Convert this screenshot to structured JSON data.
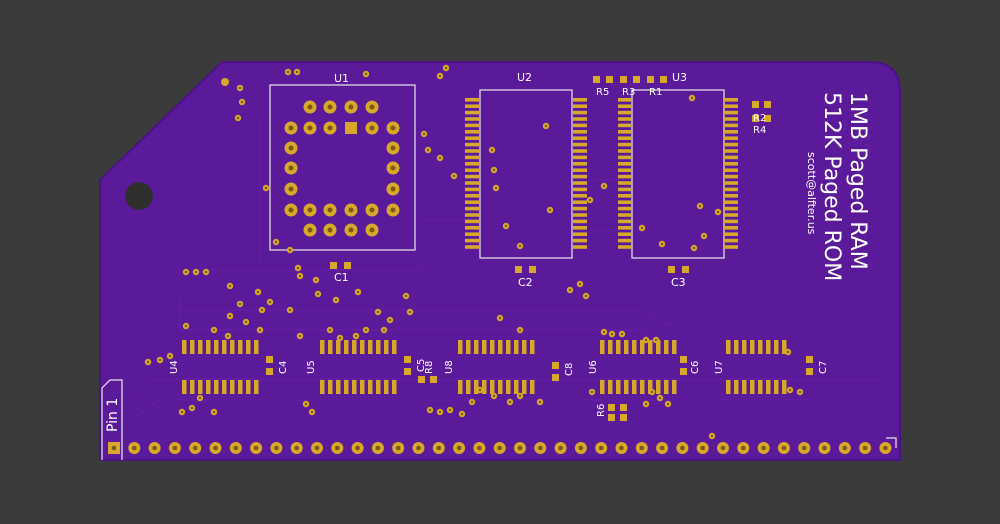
{
  "colors": {
    "background": "#3b3b3b",
    "board": "#5a1a9a",
    "board_edge": "#4a1285",
    "trace": "#6a1fa8",
    "copper": "#d7a82a",
    "silkscreen": "#ffffff"
  },
  "board": {
    "title_line1": "1MB Paged RAM",
    "title_line2": "512K Paged ROM",
    "email": "scott@alfter.us",
    "pin1_label": "Pin 1"
  },
  "components": {
    "U1": "U1",
    "U2": "U2",
    "U3": "U3",
    "U4": "U4",
    "U5": "U5",
    "U6": "U6",
    "U7": "U7",
    "U8": "U8",
    "C1": "C1",
    "C2": "C2",
    "C3": "C3",
    "C4": "C4",
    "C5": "C5",
    "C6": "C6",
    "C7": "C7",
    "C8": "C8",
    "R1": "R1",
    "R2": "R2",
    "R3": "R3",
    "R4": "R4",
    "R5": "R5",
    "R6": "R6",
    "R8": "R8"
  }
}
